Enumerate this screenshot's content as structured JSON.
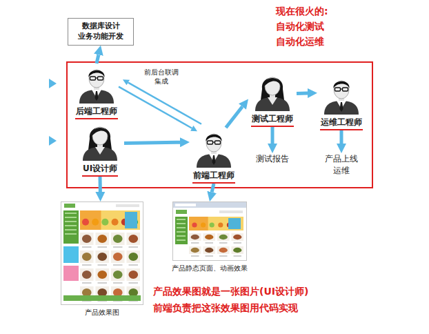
{
  "diagram": {
    "nodes": [
      {
        "text": [
          "数据库设计 业务功能开发"
        ]
      },
      {
        "text": [
          "后端工程师"
        ]
      },
      {
        "text": [
          "UI设计师"
        ]
      },
      {
        "text": [
          "前端工程师"
        ]
      },
      {
        "text": [
          "测试工程师"
        ]
      },
      {
        "text": [
          "运维工程师"
        ]
      },
      {
        "text": [
          "测试报告"
        ]
      },
      {
        "text": [
          "产品上线 运维"
        ]
      },
      {
        "text": [
          "产品效果图"
        ]
      },
      {
        "text": [
          "产品静态页面、动画效果"
        ]
      }
    ],
    "edges": [
      {
        "from": 1,
        "to": 0,
        "arrow": "to"
      },
      {
        "from": 3,
        "to": 1,
        "arrow": "to",
        "label": "前后台联调 集成"
      },
      {
        "from": 1,
        "to": 3,
        "arrow": "to"
      },
      {
        "from": 2,
        "to": 3,
        "arrow": "to"
      },
      {
        "from": 3,
        "to": 4,
        "arrow": "to"
      },
      {
        "from": 4,
        "to": 5,
        "arrow": "to"
      },
      {
        "from": 4,
        "to": 6,
        "arrow": "to"
      },
      {
        "from": 5,
        "to": 7,
        "arrow": "to"
      },
      {
        "from": 2,
        "to": 8,
        "arrow": "to"
      },
      {
        "from": 3,
        "to": 9,
        "arrow": "to"
      }
    ],
    "labels": [
      "现在很火的:",
      "自动化测试",
      "自动化运维",
      "产品效果图就是一张图片(UI设计师)",
      "前端负责把这张效果图用代码实现"
    ]
  }
}
